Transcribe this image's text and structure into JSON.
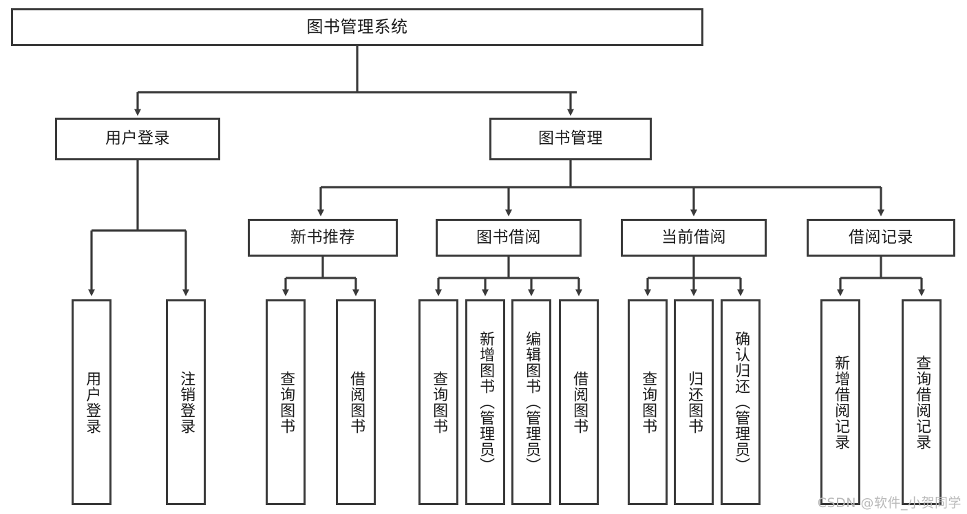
{
  "diagram": {
    "type": "tree-hierarchy",
    "title": "图书管理系统",
    "watermark": "CSDN @软件_小贺同学",
    "colors": {
      "stroke": "#3a3a3a",
      "fill": "#ffffff",
      "text": "#1a1a1a",
      "watermark": "#b9b9b9"
    },
    "nodes": {
      "root": {
        "label": "图书管理系统"
      },
      "level2": [
        {
          "label": "用户登录"
        },
        {
          "label": "图书管理"
        }
      ],
      "level3": [
        {
          "label": "新书推荐"
        },
        {
          "label": "图书借阅"
        },
        {
          "label": "当前借阅"
        },
        {
          "label": "借阅记录"
        }
      ],
      "leaves": {
        "user_login": [
          {
            "label": "用户登录"
          },
          {
            "label": "注销登录"
          }
        ],
        "new_book": [
          {
            "label": "查询图书"
          },
          {
            "label": "借阅图书"
          }
        ],
        "book_borrow": [
          {
            "label": "查询图书"
          },
          {
            "label": "新增图书（管理员）"
          },
          {
            "label": "编辑图书（管理员）"
          },
          {
            "label": "借阅图书"
          }
        ],
        "current_borrow": [
          {
            "label": "查询图书"
          },
          {
            "label": "归还图书"
          },
          {
            "label": "确认归还（管理员）"
          }
        ],
        "borrow_record": [
          {
            "label": "新增借阅记录"
          },
          {
            "label": "查询借阅记录"
          }
        ]
      }
    }
  }
}
